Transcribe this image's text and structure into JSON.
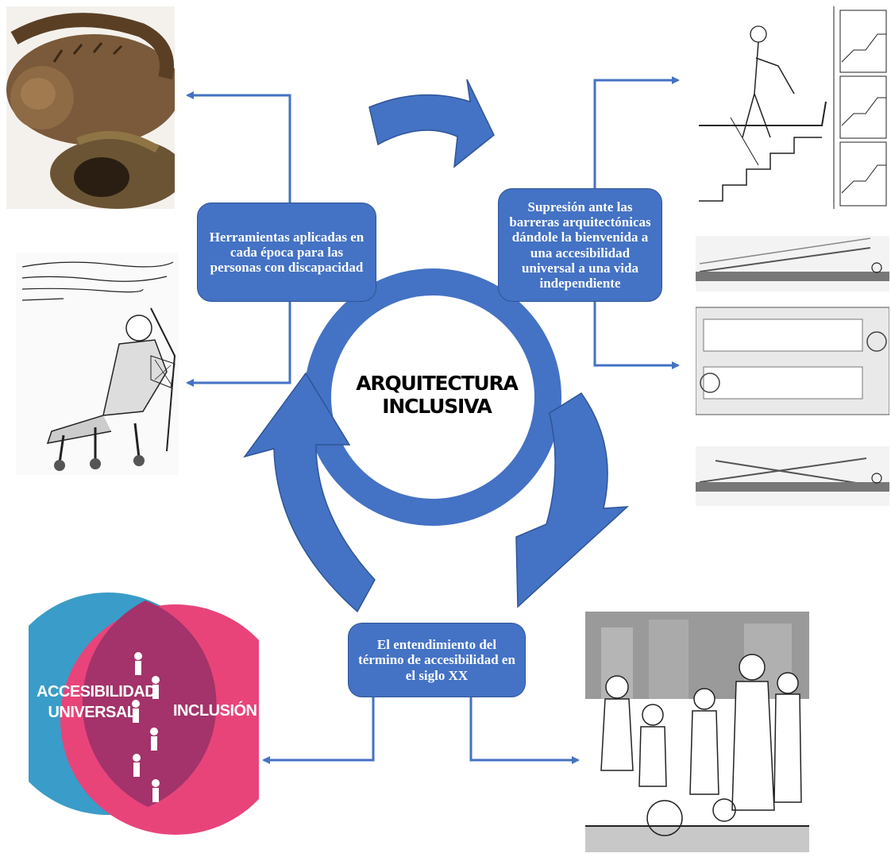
{
  "center_title": "ARQUITECTURA INCLUSIVA",
  "boxes": {
    "history_tools": "Herramientas aplicadas en cada época para las personas con discapacidad",
    "barriers": "Supresión ante las barreras arquitectónicas dándole la bienvenida a una accesibilidad universal a una vida independiente",
    "understanding": "El entendimiento del término de accesibilidad en el siglo XX"
  },
  "venn": {
    "left_label_line1": "ACCESIBILIDAD",
    "left_label_line2": "UNIVERSAL",
    "right_label": "INCLUSIÓN",
    "left_color": "#3a9cc8",
    "right_color": "#e8447a",
    "overlap_color": "#a3336a"
  },
  "colors": {
    "shape_blue": "#4472c4",
    "connector_blue": "#4472c4"
  },
  "icons": {
    "prosthetic_toe_photo": "photo-ancient-prosthetic-toe",
    "historical_chair_sketch": "sketch-historical-chair",
    "stair_handrail_drawing": "technical-drawing-stair-handrail",
    "ramp_plans": "technical-drawing-ramps",
    "street_people_illustration": "illustration-diverse-people-street"
  }
}
